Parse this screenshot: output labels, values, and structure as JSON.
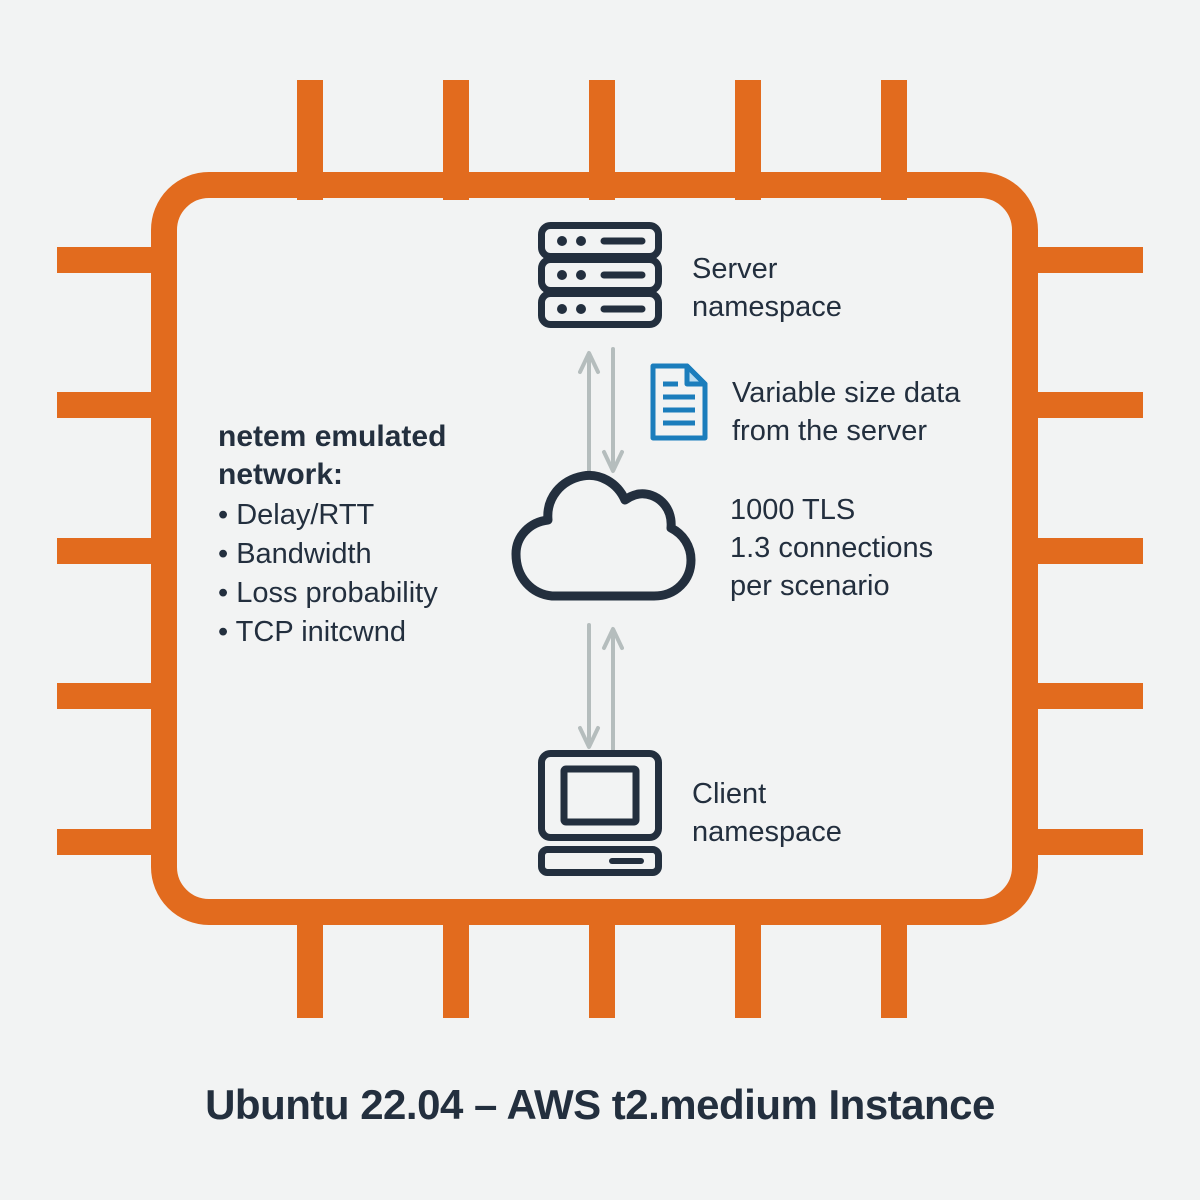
{
  "page": {
    "background_color": "#F2F3F3",
    "title": "Ubuntu 22.04 – AWS t2.medium Instance"
  },
  "colors": {
    "chip_orange": "#E26B1E",
    "ink_navy": "#232F3E",
    "arrow_gray": "#B5BDBD",
    "doc_blue": "#1B7DBC",
    "doc_fold_fill": "#B9DCF0"
  },
  "icons": [
    "chip-outline",
    "server-rack-icon",
    "document-icon",
    "cloud-icon",
    "computer-icon",
    "arrow-up-icon",
    "arrow-down-icon"
  ],
  "diagram": {
    "server": {
      "icon": "server-rack-icon",
      "label": "Server\nnamespace"
    },
    "data_note": {
      "icon": "document-icon",
      "label": "Variable size data\nfrom the server"
    },
    "network_params": {
      "heading": "netem emulated\nnetwork:",
      "bullets": [
        "• Delay/RTT",
        "• Bandwidth",
        "• Loss probability",
        "• TCP initcwnd"
      ]
    },
    "cloud_note": {
      "icon": "cloud-icon",
      "label": "1000 TLS\n1.3 connections\nper scenario"
    },
    "client": {
      "icon": "computer-icon",
      "label": "Client\nnamespace"
    },
    "links": {
      "server_cloud": "bidirectional",
      "cloud_client": "bidirectional"
    }
  }
}
